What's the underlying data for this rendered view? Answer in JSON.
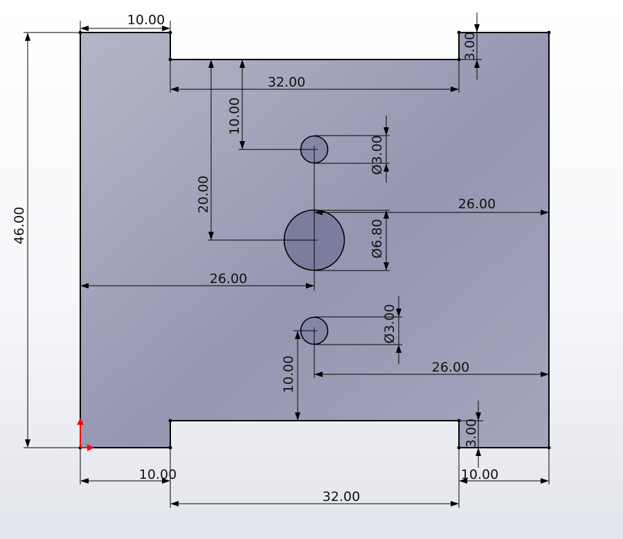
{
  "drawing": {
    "units": "mm",
    "colors": {
      "part_fill_light": "#b4b6c7",
      "part_fill_dark": "#9597b2",
      "hole_fill": "#7b7d9e",
      "hole_fill_small": "#8486a6",
      "outline": "#000000",
      "origin_x_axis": "#ff0000",
      "origin_y_axis": "#ff0000"
    },
    "dimensions": {
      "top_left_tab_width": "10.00",
      "top_notch_width": "32.00",
      "top_notch_depth": "3.00",
      "overall_height": "46.00",
      "upper_hole_offset": "10.00",
      "center_hole_offset": "20.00",
      "upper_hole_diameter": "Ø3.00",
      "center_hole_diameter": "Ø6.80",
      "center_hole_right_distance": "26.00",
      "center_hole_left_distance": "26.00",
      "lower_hole_diameter": "Ø3.00",
      "lower_hole_right_distance": "26.00",
      "lower_hole_offset": "10.00",
      "bottom_notch_depth": "3.00",
      "bottom_left_tab_width": "10.00",
      "bottom_right_tab_width": "10.00",
      "bottom_notch_width": "32.00"
    }
  }
}
